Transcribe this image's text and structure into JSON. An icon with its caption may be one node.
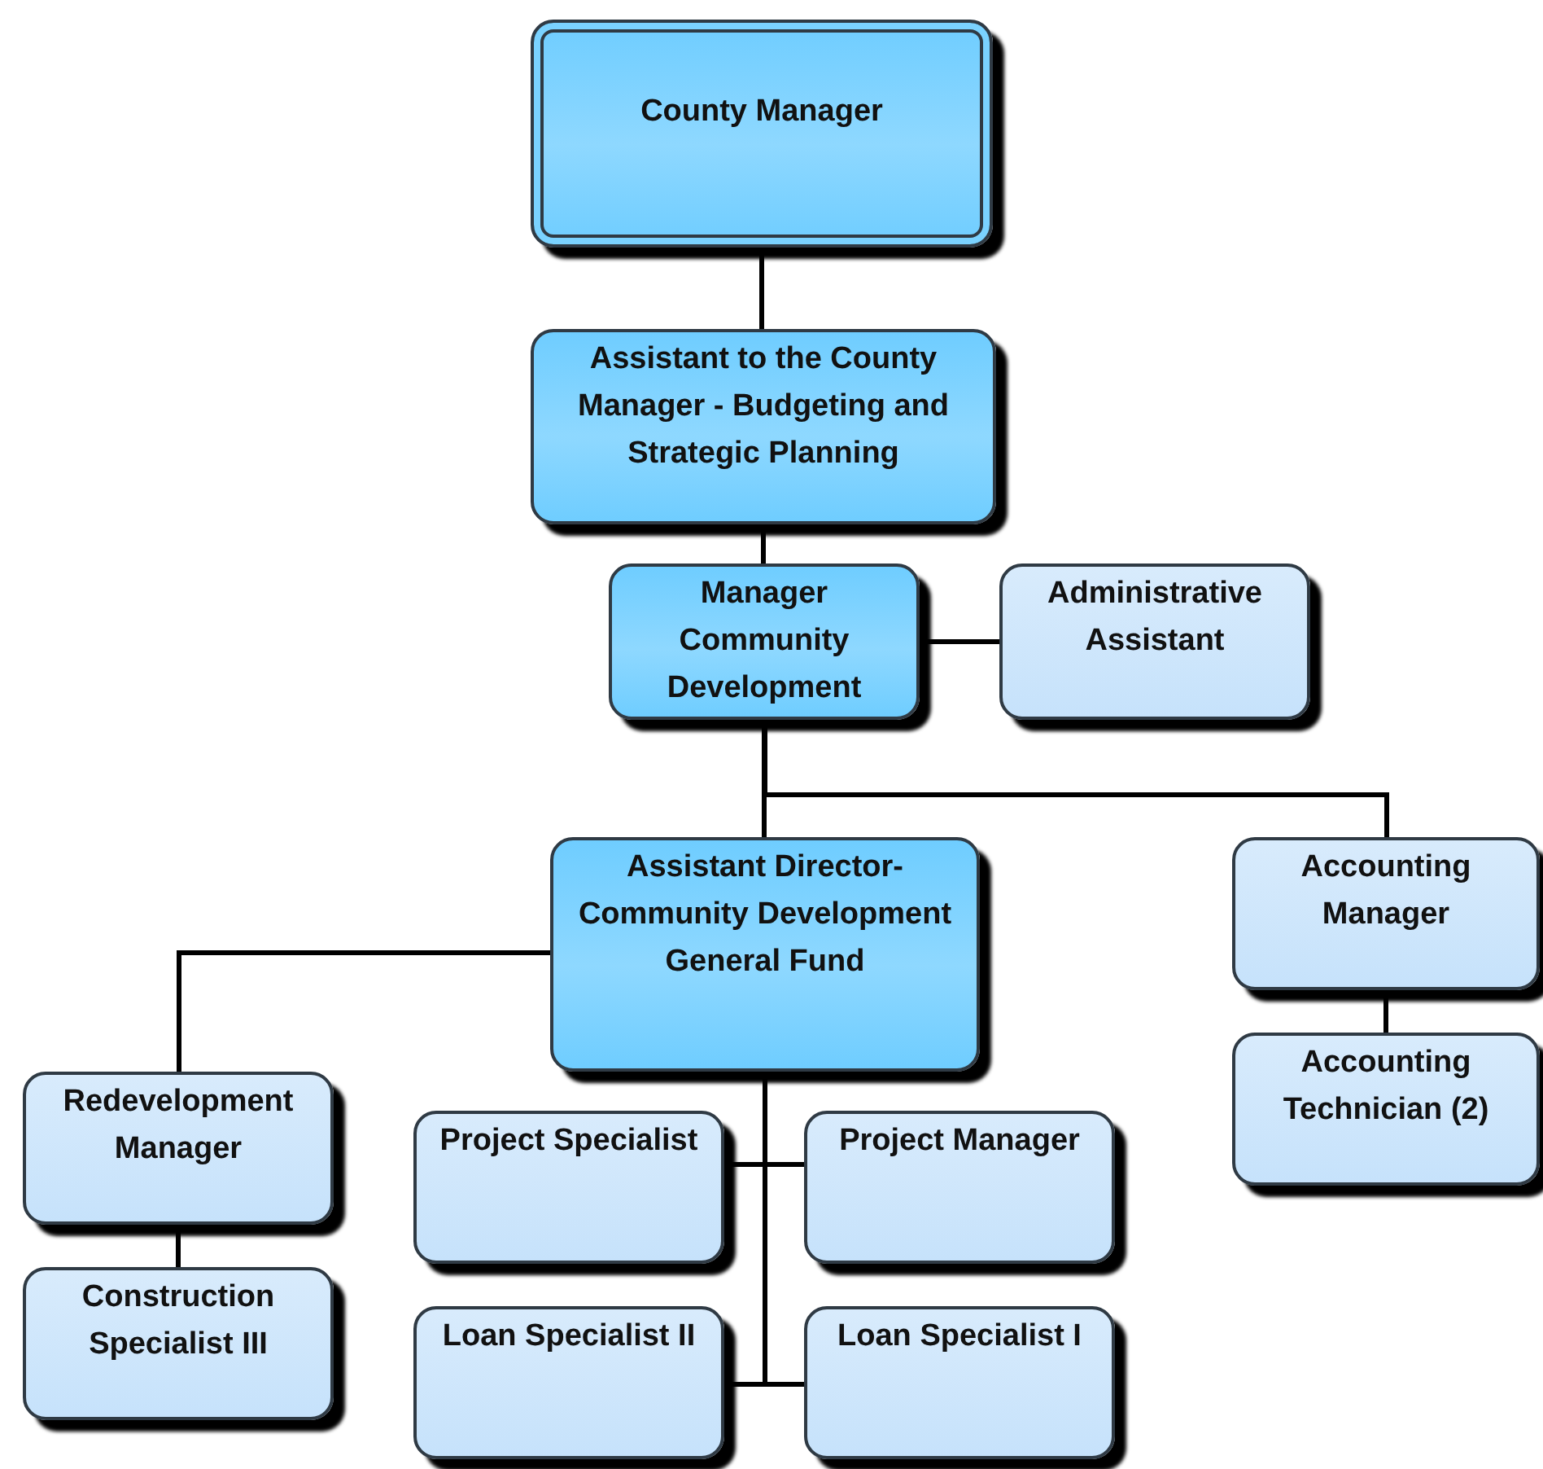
{
  "diagram": {
    "nodes": [
      {
        "text": [
          "County Manager"
        ]
      },
      {
        "text": [
          "Assistant to the County Manager - Budgeting and Strategic Planning"
        ]
      },
      {
        "text": [
          "Manager Community Development"
        ]
      },
      {
        "text": [
          "Administrative Assistant"
        ]
      },
      {
        "text": [
          "Assistant Director- Community Development General Fund"
        ]
      },
      {
        "text": [
          "Accounting Manager"
        ]
      },
      {
        "text": [
          "Accounting Technician (2)"
        ]
      },
      {
        "text": [
          "Redevelopment Manager"
        ]
      },
      {
        "text": [
          "Construction Specialist III"
        ]
      },
      {
        "text": [
          "Project Specialist"
        ]
      },
      {
        "text": [
          "Project Manager"
        ]
      },
      {
        "text": [
          "Loan Specialist II"
        ]
      },
      {
        "text": [
          "Loan Specialist I"
        ]
      }
    ],
    "edges": [
      {
        "from": 0,
        "to": 1,
        "arrow": "none"
      },
      {
        "from": 1,
        "to": 2,
        "arrow": "none"
      },
      {
        "from": 2,
        "to": 3,
        "arrow": "none"
      },
      {
        "from": 2,
        "to": 4,
        "arrow": "none"
      },
      {
        "from": 2,
        "to": 5,
        "arrow": "none"
      },
      {
        "from": 5,
        "to": 6,
        "arrow": "none"
      },
      {
        "from": 4,
        "to": 7,
        "arrow": "none"
      },
      {
        "from": 7,
        "to": 8,
        "arrow": "none"
      },
      {
        "from": 4,
        "to": 9,
        "arrow": "none"
      },
      {
        "from": 4,
        "to": 10,
        "arrow": "none"
      },
      {
        "from": 4,
        "to": 11,
        "arrow": "none"
      },
      {
        "from": 4,
        "to": 12,
        "arrow": "none"
      }
    ]
  }
}
